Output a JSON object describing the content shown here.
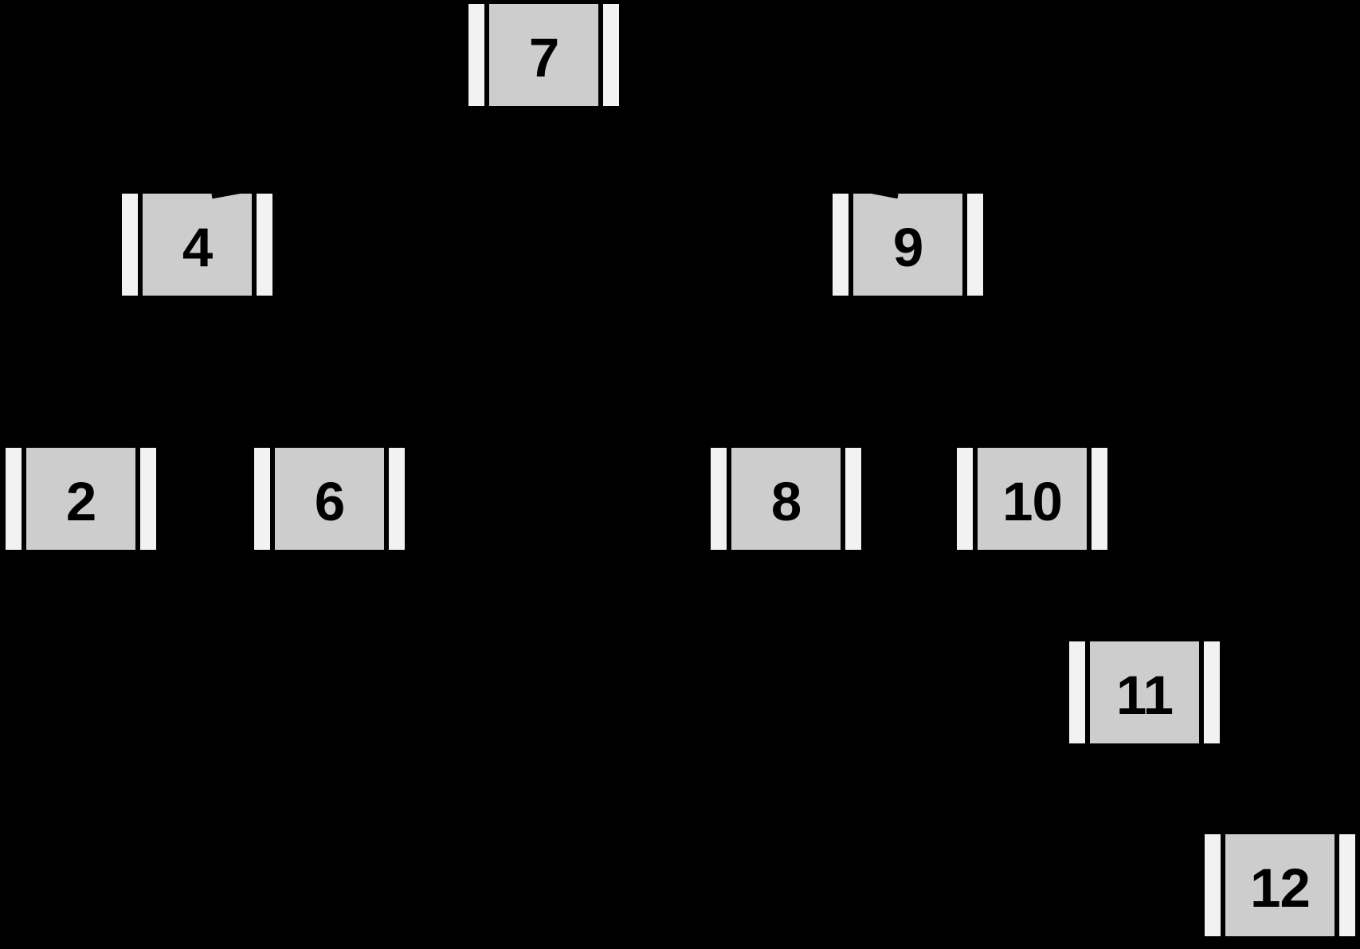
{
  "diagram": {
    "type": "binary-search-tree",
    "node_representation": "left-pointer-cell | value-cell | right-pointer-cell",
    "colors": {
      "background": "#000000",
      "value_cell_fill": "#cdcdcd",
      "pointer_cell_fill": "#f2f2f2",
      "text": "#000000",
      "edge": "#000000"
    },
    "tree": {
      "nodes": {
        "n7": {
          "value": "7"
        },
        "n4": {
          "value": "4"
        },
        "n9": {
          "value": "9"
        },
        "n2": {
          "value": "2"
        },
        "n6": {
          "value": "6"
        },
        "n8": {
          "value": "8"
        },
        "n10": {
          "value": "10"
        },
        "n11": {
          "value": "11"
        },
        "n12": {
          "value": "12"
        }
      },
      "edges": [
        {
          "from": "7",
          "to": "4",
          "side": "left"
        },
        {
          "from": "7",
          "to": "9",
          "side": "right"
        },
        {
          "from": "4",
          "to": "2",
          "side": "left"
        },
        {
          "from": "4",
          "to": "6",
          "side": "right"
        },
        {
          "from": "9",
          "to": "8",
          "side": "left"
        },
        {
          "from": "9",
          "to": "10",
          "side": "right"
        },
        {
          "from": "10",
          "to": "11",
          "side": "right"
        },
        {
          "from": "11",
          "to": "12",
          "side": "right"
        }
      ]
    }
  }
}
